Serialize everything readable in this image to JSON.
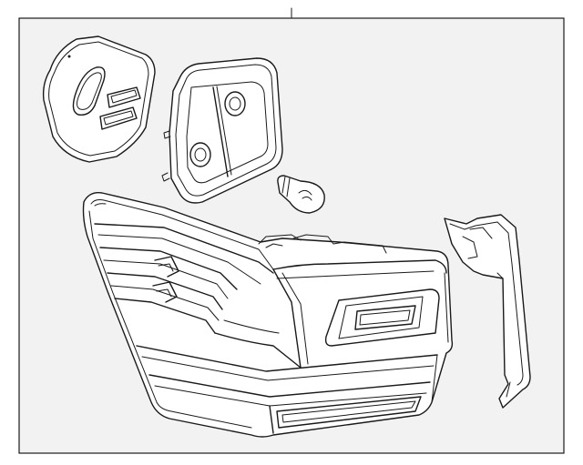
{
  "diagram": {
    "colors": {
      "background": "#ffffff",
      "frame_fill": "#f2f2f2",
      "line": "#1a1a1a"
    },
    "parts": [
      {
        "id": "gasket",
        "icon": "gasket-pad-icon"
      },
      {
        "id": "bulb-socket-housing",
        "icon": "socket-housing-icon"
      },
      {
        "id": "bulb",
        "icon": "bulb-icon"
      },
      {
        "id": "tail-lamp-assembly",
        "icon": "tail-lamp-icon"
      },
      {
        "id": "mounting-bracket",
        "icon": "bracket-icon"
      }
    ]
  }
}
